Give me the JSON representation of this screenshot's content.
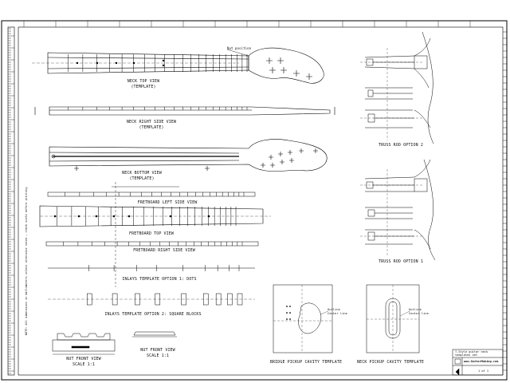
{
  "views": {
    "neck_top": {
      "title": "NECK TOP VIEW",
      "sub": "(TEMPLATE)",
      "callout": "Nut position"
    },
    "neck_side": {
      "title": "NECK RIGHT SIDE VIEW",
      "sub": "(TEMPLATE)"
    },
    "neck_bottom": {
      "title": "NECK BOTTOM VIEW",
      "sub": "(TEMPLATE)"
    },
    "fb_left": {
      "title": "FRETBOARD LEFT SIDE VIEW"
    },
    "fb_top": {
      "title": "FRETBOARD TOP VIEW"
    },
    "fb_right": {
      "title": "FRETBOARD RIGHT SIDE VIEW"
    },
    "inlays_dots": {
      "title": "INLAYS TEMPLATE OPTION 1: DOTS"
    },
    "inlays_blocks": {
      "title": "INLAYS TEMPLATE OPTION 2: SQUARE BLOCKS"
    },
    "nut_front": {
      "title": "NUT FRONT VIEW",
      "sub": "SCALE 1:1"
    },
    "nut_front2": {
      "title": "NUT FRONT VIEW",
      "sub": "SCALE 1:1"
    },
    "truss_2": {
      "title": "TRUSS ROD OPTION 2"
    },
    "truss_1": {
      "title": "TRUSS ROD OPTION 1"
    },
    "bridge_pickup": {
      "title": "BRIDGE PICKUP CAVITY TEMPLATE",
      "callout1": "Outline",
      "callout2": "Center line"
    },
    "neck_pickup": {
      "title": "NECK PICKUP CAVITY TEMPLATE",
      "callout1": "Outline",
      "callout2": "Center line"
    }
  },
  "side_note": "NOTE: All dimensions in millimeters unless otherwise noted — check scale before printing",
  "title_block": {
    "line1": "T-Style guitar neck",
    "line2": "templates set",
    "brand": "www.GuitarMaking.com",
    "sheet": "1 of 1"
  }
}
